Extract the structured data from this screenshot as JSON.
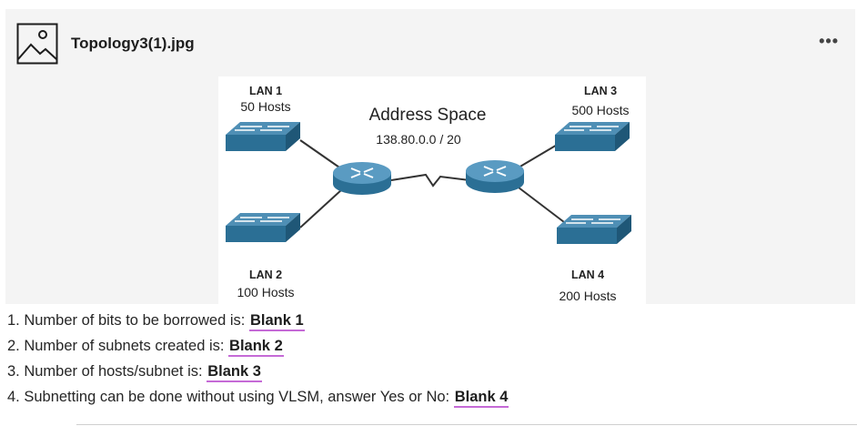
{
  "attachment": {
    "file_name": "Topology3(1).jpg",
    "more_label": "•••",
    "icon": "image-file-icon"
  },
  "diagram": {
    "address_space_label": "Address Space",
    "address_space_value": "138.80.0.0 / 20",
    "lan1_name": "LAN 1",
    "lan1_hosts": "50 Hosts",
    "lan2_name": "LAN 2",
    "lan2_hosts": "100 Hosts",
    "lan3_name": "LAN 3",
    "lan3_hosts": "500 Hosts",
    "lan4_name": "LAN 4",
    "lan4_hosts": "200 Hosts"
  },
  "questions": [
    {
      "text": "1. Number of bits to be borrowed is: ",
      "blank": "Blank 1"
    },
    {
      "text": "2. Number of subnets created is: ",
      "blank": "Blank 2"
    },
    {
      "text": "3. Number of hosts/subnet is: ",
      "blank": "Blank 3"
    },
    {
      "text": "4. Subnetting can be done without using VLSM, answer Yes or No: ",
      "blank": "Blank 4"
    }
  ],
  "colors": {
    "device_blue": "#2b6f95",
    "blank_underline": "#c56ad6"
  }
}
